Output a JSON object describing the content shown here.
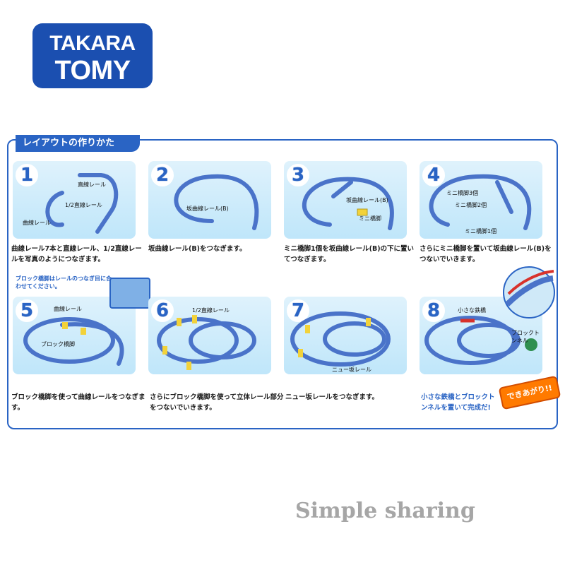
{
  "logo": {
    "line1": "TAKARA",
    "line2": "TOMY"
  },
  "sheet": {
    "title": "レイアウトの作りかた"
  },
  "steps": [
    {
      "num": "1",
      "labels": [
        "直線レール",
        "1/2直線レール",
        "曲線レール"
      ],
      "caption": "曲線レール7本と直線レール、1/2直線レールを写真のようにつなぎます。"
    },
    {
      "num": "2",
      "labels": [
        "坂曲線レール(B)"
      ],
      "caption": "坂曲線レール(B)をつなぎます。"
    },
    {
      "num": "3",
      "labels": [
        "坂曲線レール(B)",
        "ミニ橋脚"
      ],
      "caption": "ミニ橋脚1個を坂曲線レール(B)の下に置いてつなぎます。"
    },
    {
      "num": "4",
      "labels": [
        "ミニ橋脚3個",
        "ミニ橋脚2個",
        "ミニ橋脚1個"
      ],
      "caption": "さらにミニ橋脚を置いて坂曲線レール(B)をつないでいきます。"
    },
    {
      "num": "5",
      "labels": [
        "曲線レール",
        "ブロック橋脚"
      ],
      "callout": "ブロック橋脚はレールのつなぎ目に合わせてください。",
      "caption": "ブロック橋脚を使って曲線レールをつなぎます。"
    },
    {
      "num": "6",
      "labels": [
        "1/2直線レール"
      ],
      "caption": "さらにブロック橋脚を使って立体レール部分をつないでいきます。"
    },
    {
      "num": "7",
      "labels": [
        "ニュー坂レール"
      ],
      "caption": "ニュー坂レールをつなぎます。"
    },
    {
      "num": "8",
      "labels": [
        "小さな鉄橋",
        "ブロックトンネル"
      ],
      "caption": "小さな鉄橋とブロックトンネルを置いて完成だ!",
      "badge": "できあがり!!"
    }
  ],
  "footer": {
    "text": "Simple sharing"
  },
  "colors": {
    "brand": "#1b4fb0",
    "accent": "#2a64c4",
    "track": "#4a73c9",
    "panel": "#c9ebfb"
  }
}
